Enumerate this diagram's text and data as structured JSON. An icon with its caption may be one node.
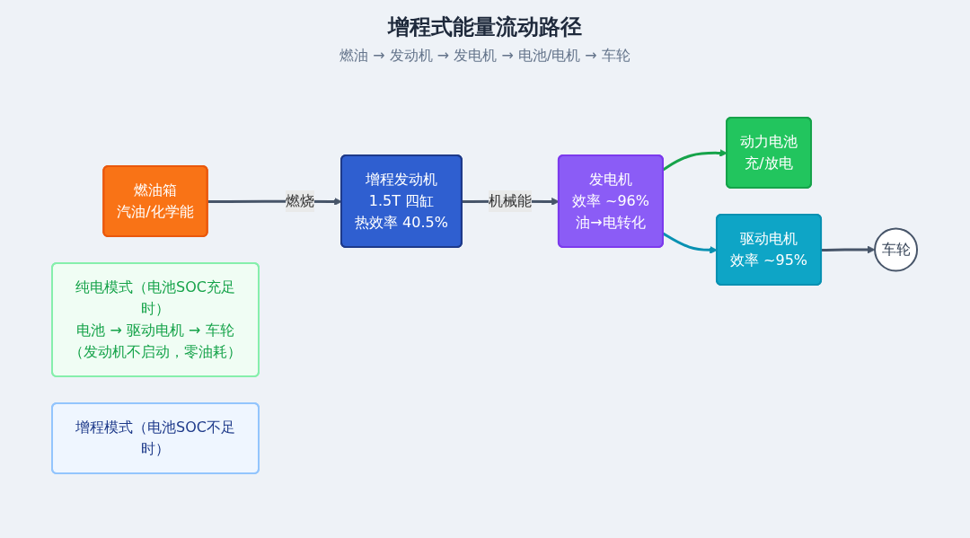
{
  "diagram": {
    "title": "增程式能量流动路径",
    "nodes": [
      {
        "text": [
          "燃油箱",
          "汽油/化学能"
        ]
      },
      {
        "text": [
          "增程发动机",
          "1.5T 四缸",
          "热效率 40.5%"
        ]
      },
      {
        "text": [
          "发电机",
          "效率 ~96%",
          "油→电转化"
        ]
      },
      {
        "text": [
          "动力电池",
          "充/放电"
        ]
      },
      {
        "text": [
          "驱动电机",
          "效率 ~95%"
        ]
      },
      {
        "text": [
          "车轮"
        ]
      },
      {
        "text": [
          "纯电模式（电池SOC充足时）",
          "电池 → 驱动电机 → 车轮（发动机不启动，零油耗）"
        ]
      },
      {
        "text": [
          "增程模式（电池SOC不足时）"
        ]
      }
    ],
    "edges": [
      {
        "from": 0,
        "to": 1,
        "arrow": "to",
        "label": "燃烧"
      },
      {
        "from": 1,
        "to": 2,
        "arrow": "to",
        "label": "机械能"
      },
      {
        "from": 2,
        "to": 3,
        "arrow": "to",
        "color": "#16a34a"
      },
      {
        "from": 2,
        "to": 4,
        "arrow": "to",
        "color": "#0891b2"
      },
      {
        "from": 4,
        "to": 5,
        "arrow": "to"
      }
    ],
    "labels": [
      "燃油 → 发动机 → 发电机 → 电池/电机 → 车轮"
    ]
  }
}
